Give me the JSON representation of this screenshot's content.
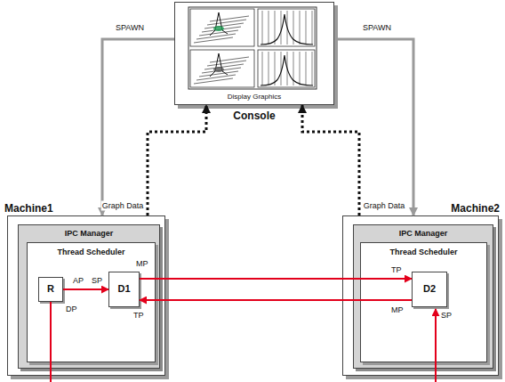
{
  "diagram": {
    "nodes": [
      {
        "text": [
          "Display Graphics",
          "Console"
        ]
      },
      {
        "text": [
          "Machine1"
        ]
      },
      {
        "text": [
          "IPC Manager"
        ],
        "in": 1
      },
      {
        "text": [
          "Thread Scheduler"
        ],
        "in": 2
      },
      {
        "text": [
          "R"
        ],
        "in": 3
      },
      {
        "text": [
          "D1"
        ],
        "in": 3
      },
      {
        "text": [
          "Machine2"
        ]
      },
      {
        "text": [
          "IPC Manager"
        ],
        "in": 6
      },
      {
        "text": [
          "Thread Scheduler"
        ],
        "in": 7
      },
      {
        "text": [
          "D2"
        ],
        "in": 8
      }
    ],
    "edges": [
      {
        "from": 0,
        "to": 1,
        "label": "SPAWN",
        "arrow": "to"
      },
      {
        "from": 1,
        "to": 0,
        "label": "Graph Data",
        "arrow": "to"
      },
      {
        "from": 0,
        "to": 6,
        "label": "SPAWN",
        "arrow": "to"
      },
      {
        "from": 6,
        "to": 0,
        "label": "Graph Data",
        "arrow": "to"
      },
      {
        "from": 4,
        "to": 5,
        "label": "AP",
        "arrow": "to"
      },
      {
        "from": 5,
        "to": 9,
        "arrow": "to"
      },
      {
        "from": 9,
        "to": 5,
        "arrow": "to"
      }
    ],
    "labels": [
      "SP",
      "MP",
      "DP",
      "TP",
      "TP",
      "MP",
      "SP"
    ]
  }
}
